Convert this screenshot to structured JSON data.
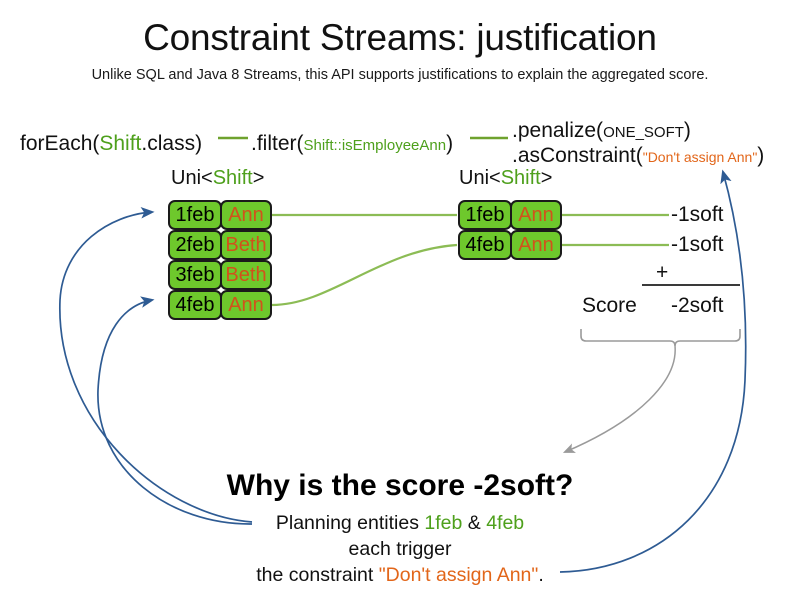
{
  "slide": {
    "title": "Constraint Streams: justification",
    "subtitle": "Unlike SQL and Java 8 Streams, this API supports justifications to explain the aggregated score."
  },
  "colors": {
    "entity_green": "#6ec82c",
    "class_green": "#4ea01c",
    "connector_green": "#8cbc55",
    "name_orange": "#d2521b",
    "string_orange": "#e2661a",
    "arrow_blue": "#2e5b93",
    "brace_gray": "#9a9a9a"
  },
  "pipeline": {
    "foreach": {
      "call": "forEach(",
      "arg_class": "Shift",
      "arg_suffix": ".class)"
    },
    "filter": {
      "call": ".filter(",
      "arg_ref": "Shift::isEmployeeAnn",
      "arg_suffix": ")"
    },
    "penalize": {
      "call": ".penalize(",
      "arg": "ONE_SOFT",
      "arg_suffix": ")"
    },
    "as_constraint": {
      "call": ".asConstraint(",
      "arg": "\"Don't assign Ann\"",
      "arg_suffix": ")"
    }
  },
  "streams": {
    "left": {
      "type_label_prefix": "Uni<",
      "type_label_class": "Shift",
      "type_label_suffix": ">",
      "rows": [
        {
          "date": "1feb",
          "employee": "Ann"
        },
        {
          "date": "2feb",
          "employee": "Beth"
        },
        {
          "date": "3feb",
          "employee": "Beth"
        },
        {
          "date": "4feb",
          "employee": "Ann"
        }
      ]
    },
    "right": {
      "type_label_prefix": "Uni<",
      "type_label_class": "Shift",
      "type_label_suffix": ">",
      "rows": [
        {
          "date": "1feb",
          "employee": "Ann"
        },
        {
          "date": "4feb",
          "employee": "Ann"
        }
      ]
    }
  },
  "score": {
    "impacts": [
      "-1soft",
      "-1soft"
    ],
    "operator": "+",
    "label": "Score",
    "total": "-2soft"
  },
  "explanation": {
    "heading": "Why is the score -2soft?",
    "line1_prefix": "Planning entities ",
    "line1_entity_a": "1feb",
    "line1_conjunction": " & ",
    "line1_entity_b": "4feb",
    "line2": "each trigger",
    "line3_prefix": "the constraint ",
    "line3_constraint": "\"Don't assign Ann\"",
    "line3_suffix": "."
  }
}
